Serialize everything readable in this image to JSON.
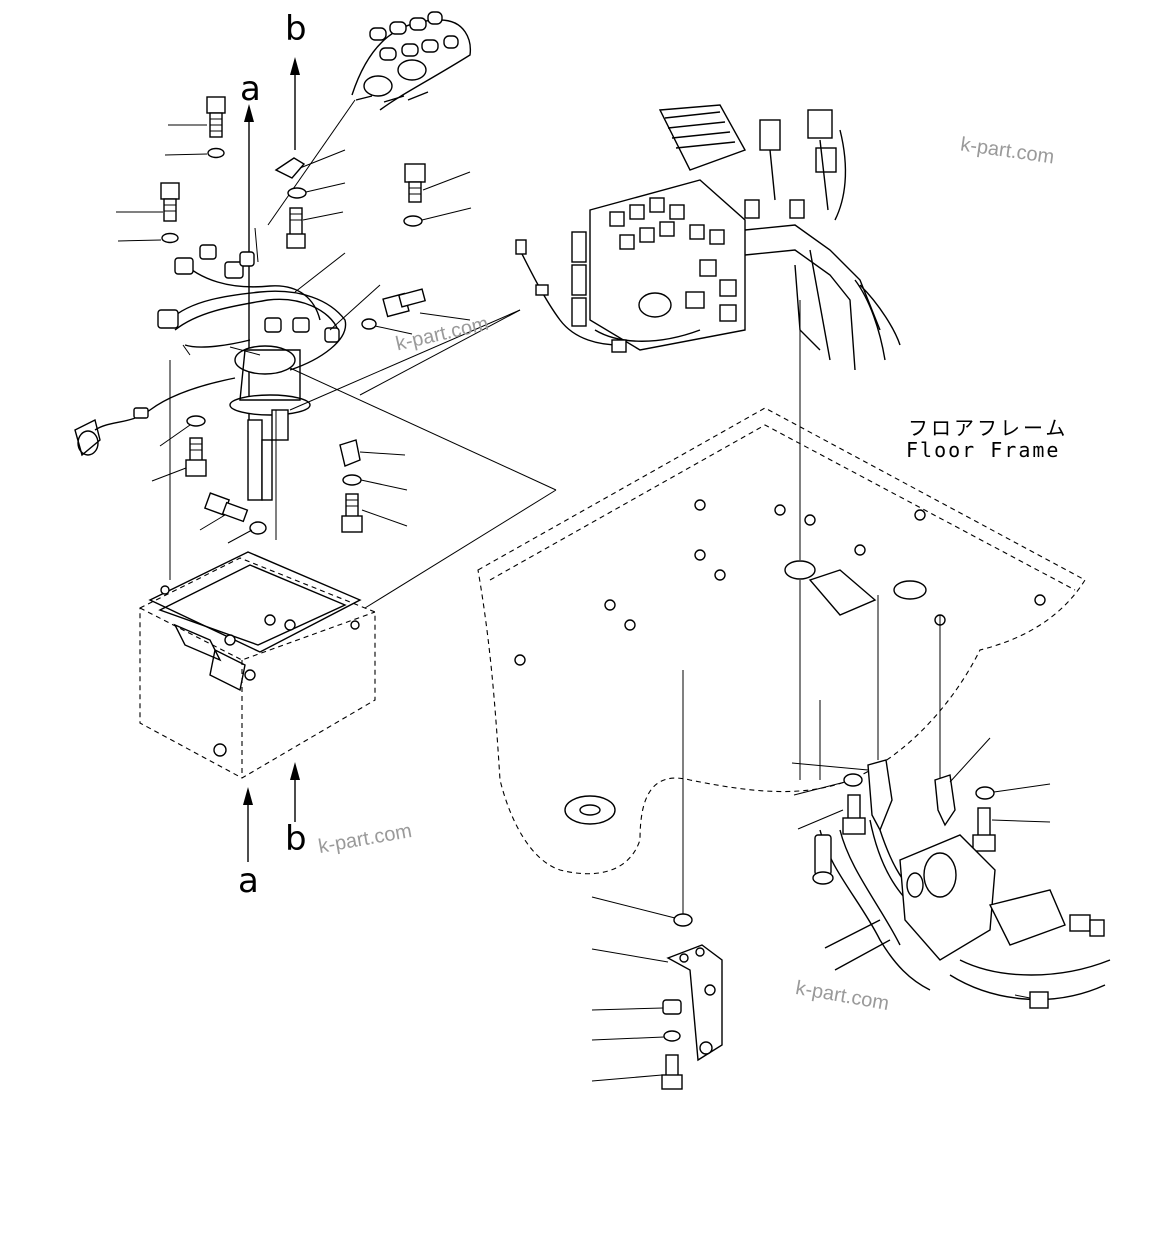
{
  "arrows": {
    "a_top": "a",
    "b_top": "b",
    "a_bottom": "a",
    "b_bottom": "b"
  },
  "floor_frame": {
    "jp": "フロアフレーム",
    "en": "Floor Frame"
  },
  "watermarks": [
    "k-part.com",
    "k-part.com",
    "k-part.com",
    "k-part.com"
  ]
}
